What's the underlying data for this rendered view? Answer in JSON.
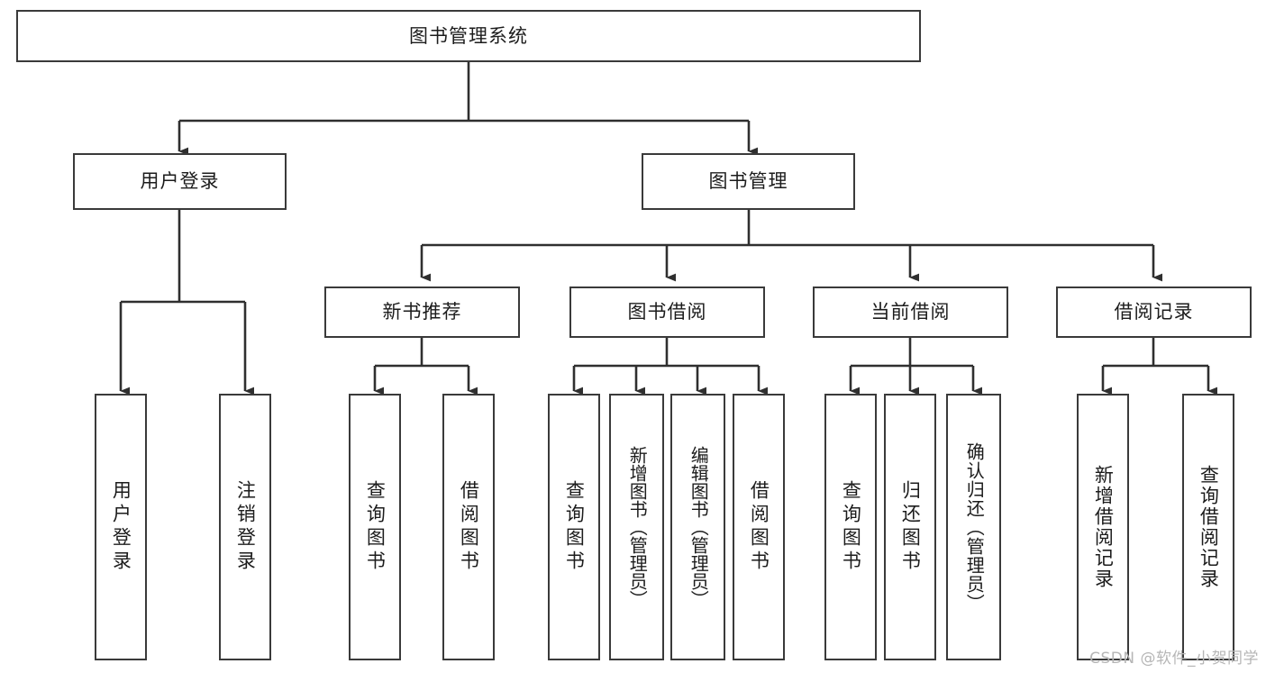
{
  "diagram": {
    "title": "图书管理系统",
    "root": {
      "label": "图书管理系统"
    },
    "level2": [
      {
        "label": "用户登录"
      },
      {
        "label": "图书管理"
      }
    ],
    "level3": [
      {
        "label": "新书推荐"
      },
      {
        "label": "图书借阅"
      },
      {
        "label": "当前借阅"
      },
      {
        "label": "借阅记录"
      }
    ],
    "leaves": [
      {
        "label": "用户登录"
      },
      {
        "label": "注销登录"
      },
      {
        "label": "查询图书"
      },
      {
        "label": "借阅图书"
      },
      {
        "label": "查询图书"
      },
      {
        "label": "新增图书（管理员）"
      },
      {
        "label": "编辑图书（管理员）"
      },
      {
        "label": "借阅图书"
      },
      {
        "label": "查询图书"
      },
      {
        "label": "归还图书"
      },
      {
        "label": "确认归还（管理员）"
      },
      {
        "label": "新增借阅记录"
      },
      {
        "label": "查询借阅记录"
      }
    ],
    "watermark": "CSDN @软件_小贺同学",
    "colors": {
      "stroke": "#3a3a3a",
      "background": "#ffffff",
      "text": "#1c1c1c",
      "watermark": "#b6b6b6"
    }
  }
}
